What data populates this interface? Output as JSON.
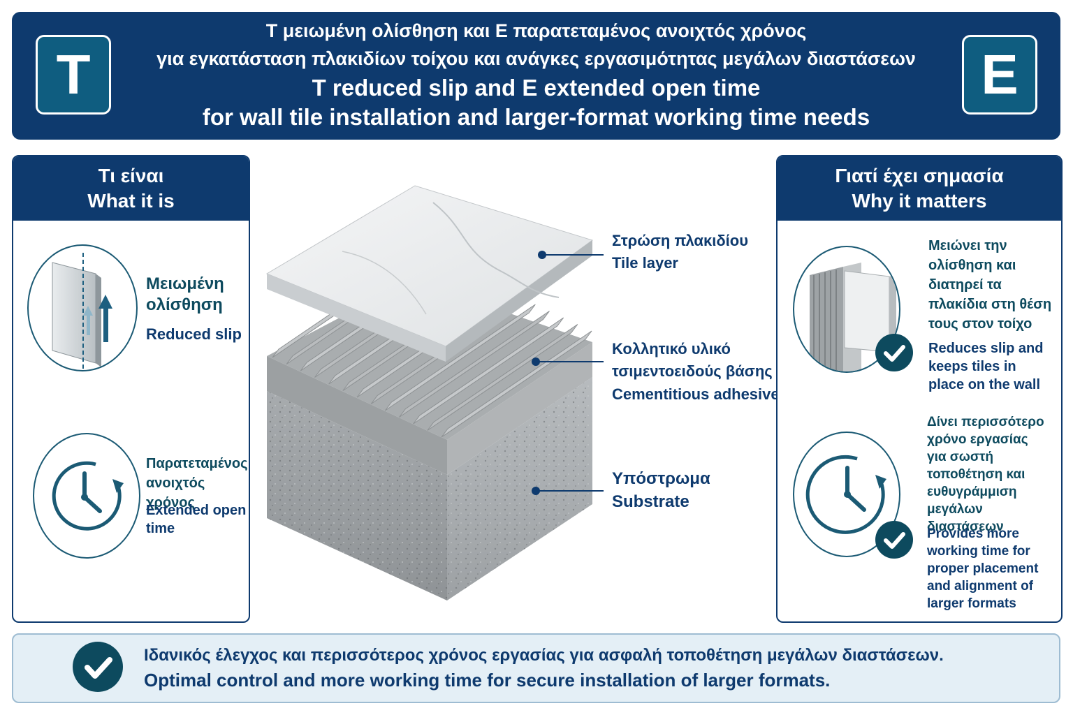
{
  "header": {
    "badge_left": "T",
    "badge_right": "E",
    "line1": "T μειωμένη ολίσθηση και E παρατεταμένος ανοιχτός χρόνος",
    "line2": "για εγκατάσταση πλακιδίων τοίχου και ανάγκες εργασιμότητας μεγάλων διαστάσεων",
    "line3": "T reduced slip and E extended open time",
    "line4": "for wall tile installation and larger-format working time needs"
  },
  "left_panel": {
    "title_el": "Τι είναι",
    "title_en": "What it is",
    "item1": {
      "label_el_1": "Μειωμένη",
      "label_el_2": "ολίσθηση",
      "label_en": "Reduced slip"
    },
    "item2": {
      "label_el_1": "Παρατεταμένος",
      "label_el_2": "ανοιχτός χρόνος",
      "label_en_1": "Extended open",
      "label_en_2": "time"
    }
  },
  "diagram": {
    "tile_el": "Στρώση πλακιδίου",
    "tile_en": "Tile layer",
    "adhesive_el_1": "Κολλητικό υλικό",
    "adhesive_el_2": "τσιμεντοειδούς βάσης",
    "adhesive_en": "Cementitious adhesive",
    "substrate_el": "Υπόστρωμα",
    "substrate_en": "Substrate"
  },
  "right_panel": {
    "title_el": "Γιατί έχει σημασία",
    "title_en": "Why it matters",
    "item1": {
      "el": [
        "Μειώνει την",
        "ολίσθηση και",
        "διατηρεί τα",
        "πλακίδια στη θέση",
        "τους στον τοίχο"
      ],
      "en": [
        "Reduces slip and",
        "keeps tiles in",
        "place on the wall"
      ]
    },
    "item2": {
      "el": [
        "Δίνει περισσότερο",
        "χρόνο εργασίας",
        "για σωστή",
        "τοποθέτηση και",
        "ευθυγράμμιση",
        "μεγάλων διαστάσεων"
      ],
      "en": [
        "Provides more",
        "working time for",
        "proper placement",
        "and alignment of",
        "larger formats"
      ]
    }
  },
  "footer": {
    "el": "Ιδανικός έλεγχος και περισσότερος χρόνος εργασίας για ασφαλή τοποθέτηση μεγάλων διαστάσεων.",
    "en": "Optimal control and more working time for secure installation of larger formats."
  },
  "colors": {
    "navy": "#0e3a6e",
    "teal": "#0d4a5e",
    "badge": "#0f5d80",
    "footer_bg": "#e4eff6"
  }
}
